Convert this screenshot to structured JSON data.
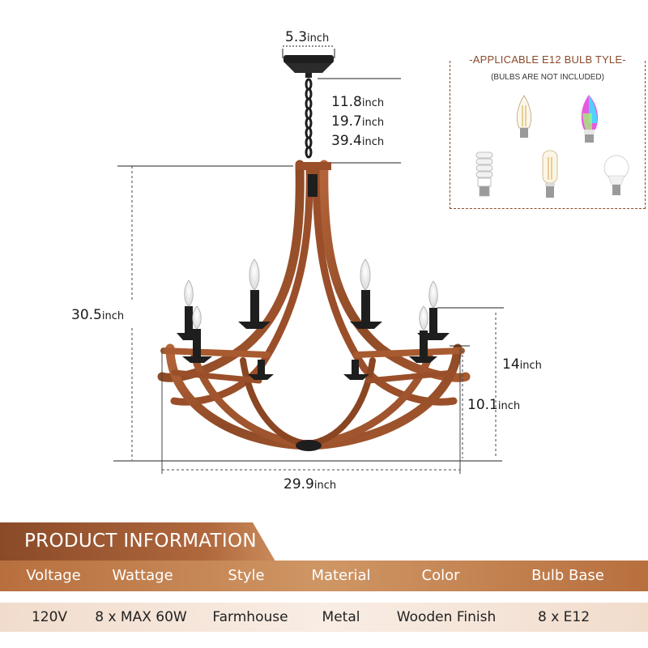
{
  "dimensions": {
    "canopy_width": {
      "value": "5.3",
      "unit": "inch"
    },
    "chain_lengths": [
      {
        "value": "11.8",
        "unit": "inch"
      },
      {
        "value": "19.7",
        "unit": "inch"
      },
      {
        "value": "39.4",
        "unit": "inch"
      }
    ],
    "body_height": {
      "value": "30.5",
      "unit": "inch"
    },
    "arm_height": {
      "value": "14",
      "unit": "inch"
    },
    "lower_height": {
      "value": "10.1",
      "unit": "inch"
    },
    "width": {
      "value": "29.9",
      "unit": "inch"
    }
  },
  "bulb_panel": {
    "title": "-APPLICABLE E12 BULB TYLE-",
    "subtitle": "(BULBS ARE NOT INCLUDED)",
    "icons": [
      "filament-candle-bulb-icon",
      "rgb-candle-bulb-icon",
      "spiral-cfl-bulb-icon",
      "tubular-filament-bulb-icon",
      "led-globe-bulb-icon"
    ]
  },
  "product_info": {
    "title": "PRODUCT INFORMATION",
    "headers": [
      "Voltage",
      "Wattage",
      "Style",
      "Material",
      "Color",
      "Bulb Base"
    ],
    "values": [
      "120V",
      "8 x MAX 60W",
      "Farmhouse",
      "Metal",
      "Wooden Finish",
      "8 x E12"
    ]
  },
  "colors": {
    "wood": "#a0522d",
    "accent": "#8b4a2a",
    "metal": "#1e1e1e"
  }
}
